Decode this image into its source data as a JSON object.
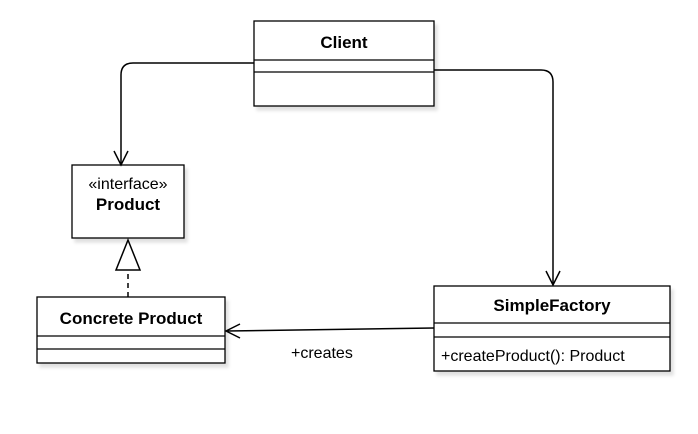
{
  "diagram": {
    "client": {
      "name": "Client"
    },
    "product": {
      "stereotype": "«interface»",
      "name": "Product"
    },
    "concrete_product": {
      "name": "Concrete Product"
    },
    "simple_factory": {
      "name": "SimpleFactory",
      "method": "+createProduct(): Product"
    },
    "creates_label": "+creates"
  },
  "colors": {
    "stroke": "#000000",
    "fill": "#ffffff",
    "shadow": "#eeeeee"
  }
}
